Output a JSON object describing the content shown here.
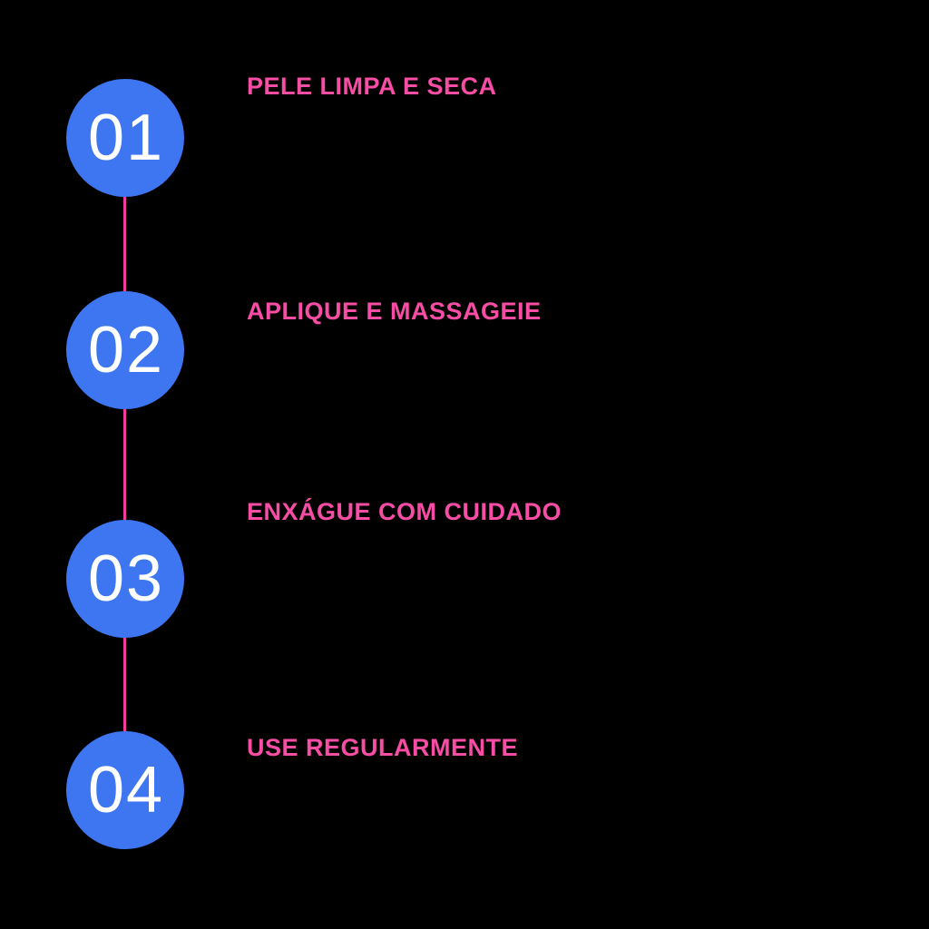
{
  "colors": {
    "bg": "#000000",
    "blue": "#3d76f0",
    "pink_text": "#f74da4",
    "pink_line": "#f33c9d",
    "number_color": "#ffffff"
  },
  "steps": [
    {
      "number": "01",
      "title": "PELE LIMPA E SECA"
    },
    {
      "number": "02",
      "title": "APLIQUE E MASSAGEIE"
    },
    {
      "number": "03",
      "title": "ENXÁGUE COM CUIDADO"
    },
    {
      "number": "04",
      "title": "USE REGULARMENTE"
    }
  ]
}
